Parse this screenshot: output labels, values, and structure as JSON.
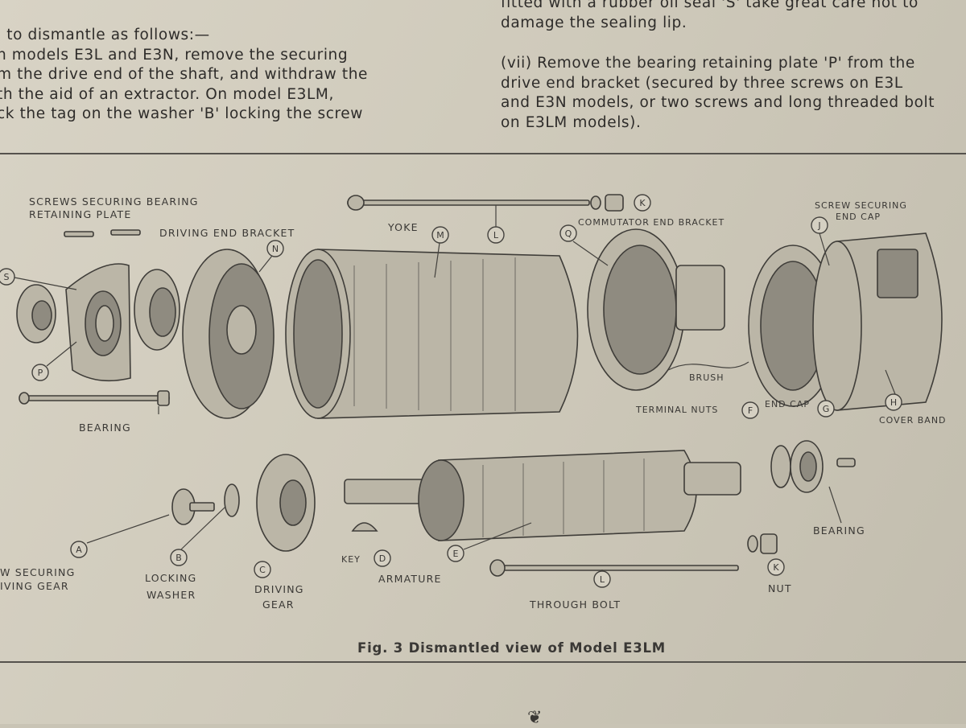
{
  "text": {
    "left_column": [
      "l to dismantle as follows:—",
      "n models E3L and E3N, remove the securing",
      "m the drive end of the shaft, and withdraw the",
      "th the aid of an extractor.  On model E3LM,",
      "ck the tag on the washer 'B' locking the screw"
    ],
    "right_column_top": [
      "fitted with a rubber oil seal 'S' take great care not to",
      "damage the sealing lip."
    ],
    "right_column_item": [
      "(vii) Remove the bearing retaining plate 'P' from the",
      "drive end bracket (secured by three screws on E3L",
      "and E3N models, or two screws and long threaded bolt",
      "on E3LM models)."
    ]
  },
  "figure": {
    "labels": {
      "screws_securing_bearing_1": "SCREWS SECURING BEARING",
      "screws_securing_bearing_2": "RETAINING PLATE",
      "driving_end_bracket": "DRIVING END BRACKET",
      "yoke": "YOKE",
      "commutator_end_bracket": "COMMUTATOR END BRACKET",
      "screw_securing_end_cap_1": "SCREW SECURING",
      "screw_securing_end_cap_2": "END CAP",
      "bearing_left": "BEARING",
      "brush": "BRUSH",
      "terminal_nuts": "TERMINAL NUTS",
      "end_cap": "END CAP",
      "cover_band": "COVER BAND",
      "bearing_right": "BEARING",
      "screw_securing_gear_1": "W SECURING",
      "screw_securing_gear_2": "IVING GEAR",
      "locking_washer_1": "LOCKING",
      "locking_washer_2": "WASHER",
      "driving_gear_1": "DRIVING",
      "driving_gear_2": "GEAR",
      "key": "KEY",
      "armature": "ARMATURE",
      "through_bolt": "THROUGH BOLT",
      "nut": "NUT"
    },
    "callouts": {
      "S": "S",
      "N": "N",
      "M": "M",
      "L": "L",
      "K": "K",
      "Q": "Q",
      "J": "J",
      "P": "P",
      "F": "F",
      "G": "G",
      "H": "H",
      "A": "A",
      "B": "B",
      "C": "C",
      "D": "D",
      "E": "E"
    },
    "caption": "Fig. 3   Dismantled view of Model E3LM"
  },
  "colors": {
    "paper": "#cfcabb",
    "ink": "#3a3835"
  }
}
